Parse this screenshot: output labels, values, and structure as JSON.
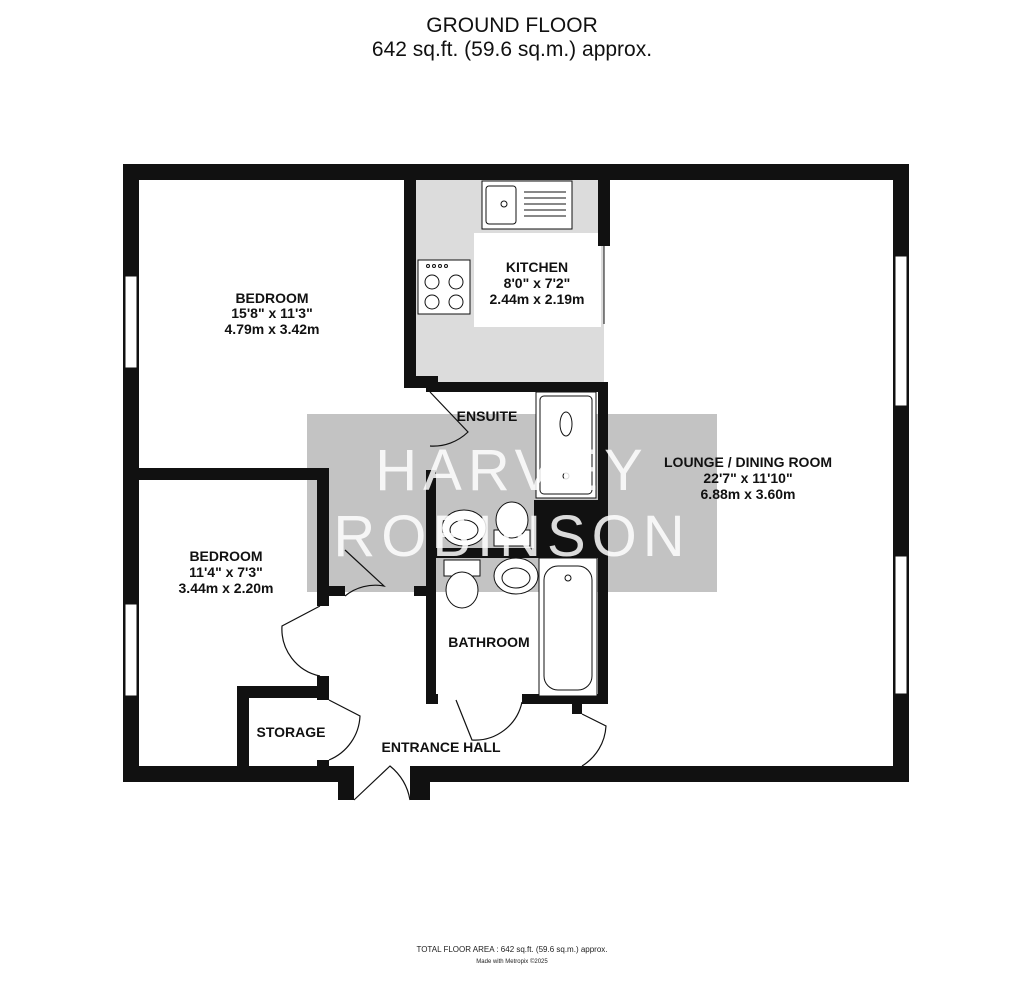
{
  "header": {
    "title": "GROUND FLOOR",
    "area": "642 sq.ft. (59.6 sq.m.) approx."
  },
  "rooms": {
    "bedroom1": {
      "name": "BEDROOM",
      "imperial": "15'8\"  x 11'3\"",
      "metric": "4.79m  x 3.42m"
    },
    "kitchen": {
      "name": "KITCHEN",
      "imperial": "8'0\"  x 7'2\"",
      "metric": "2.44m  x 2.19m"
    },
    "ensuite": {
      "name": "ENSUITE"
    },
    "lounge": {
      "name": "LOUNGE / DINING ROOM",
      "imperial": "22'7\"  x 11'10\"",
      "metric": "6.88m  x 3.60m"
    },
    "bedroom2": {
      "name": "BEDROOM",
      "imperial": "11'4\"  x 7'3\"",
      "metric": "3.44m  x 2.20m"
    },
    "bathroom": {
      "name": "BATHROOM"
    },
    "storage": {
      "name": "STORAGE"
    },
    "entrance": {
      "name": "ENTRANCE HALL"
    }
  },
  "watermark": {
    "line1": "HARVEY",
    "line2": "ROBINSON"
  },
  "footer": {
    "total": "TOTAL FLOOR AREA : 642 sq.ft. (59.6 sq.m.) approx.",
    "credit": "Made with Metropix ©2025"
  },
  "colors": {
    "wall": "#111111",
    "kitchen_floor": "#dcdcdc",
    "watermark_bg": "#bdbdbd",
    "window_fill": "#ffffff"
  }
}
